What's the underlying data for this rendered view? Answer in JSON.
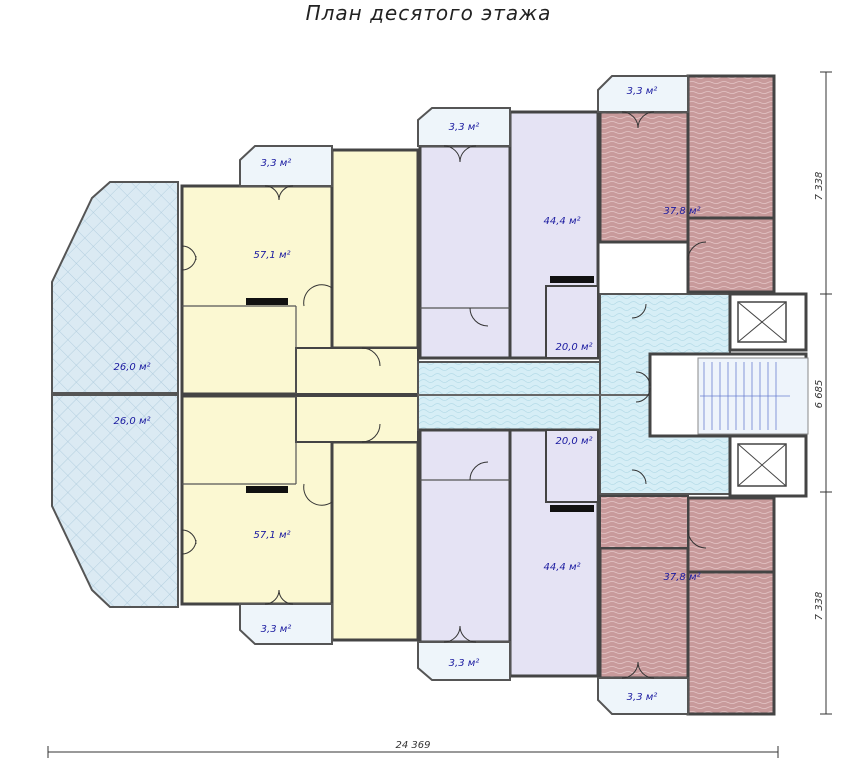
{
  "title": "План десятого этажа",
  "colors": {
    "terrace": "#dbeaf3",
    "apartment_yellow": "#fbf8d2",
    "apartment_purple": "#e5e3f4",
    "apartment_brown": "#c89a9b",
    "corridor": "#d6eef6",
    "balcony": "#eef5fa"
  },
  "rooms": {
    "balcony_top_left": "3,3 м²",
    "balcony_top_mid": "3,3 м²",
    "balcony_top_right": "3,3 м²",
    "balcony_bottom_left": "3,3 м²",
    "balcony_bottom_mid": "3,3 м²",
    "balcony_bottom_right": "3,3 м²",
    "apt_yellow_top": "57,1 м²",
    "apt_yellow_bottom": "57,1 м²",
    "terrace_top": "26,0 м²",
    "terrace_bottom": "26,0 м²",
    "apt_purple_top": "44,4 м²",
    "apt_purple_bottom": "44,4 м²",
    "small_top": "20,0 м²",
    "small_bottom": "20,0 м²",
    "apt_brown_top": "37,8 м²",
    "apt_brown_bottom": "37,8 м²"
  },
  "dimensions": {
    "total_width": "24 369",
    "right_top": "7 338",
    "right_middle": "6 685",
    "right_bottom": "7 338"
  }
}
